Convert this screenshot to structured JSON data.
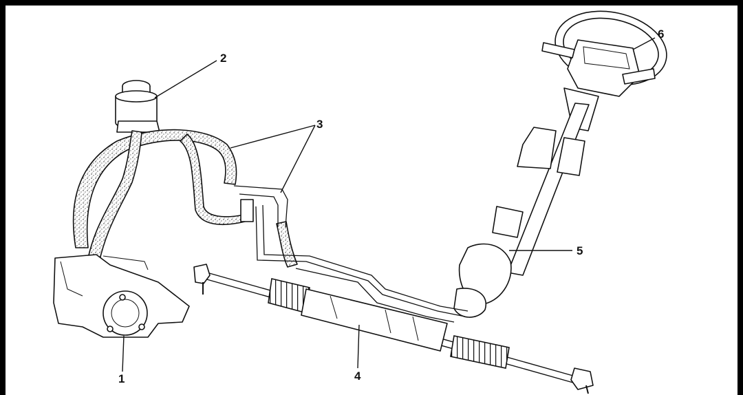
{
  "callouts": [
    {
      "id": "1",
      "label": "1"
    },
    {
      "id": "2",
      "label": "2"
    },
    {
      "id": "3",
      "label": "3"
    },
    {
      "id": "4",
      "label": "4"
    },
    {
      "id": "5",
      "label": "5"
    },
    {
      "id": "6",
      "label": "6"
    }
  ],
  "colors": {
    "frame": "#000000",
    "background": "#ffffff",
    "ink": "#111111"
  }
}
